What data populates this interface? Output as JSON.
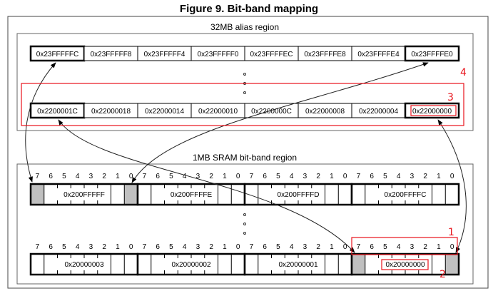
{
  "title": "Figure 9. Bit-band mapping",
  "alias_region": {
    "label": "32MB alias region",
    "top_row": [
      "0x23FFFFFC",
      "0x23FFFFF8",
      "0x23FFFFF4",
      "0x23FFFFF0",
      "0x23FFFFEC",
      "0x23FFFFE8",
      "0x23FFFFE4",
      "0x23FFFFE0"
    ],
    "bottom_row": [
      "0x2200001C",
      "0x22000018",
      "0x22000014",
      "0x22000010",
      "0x2200000C",
      "0x22000008",
      "0x22000004",
      "0x22000000"
    ]
  },
  "sram_region": {
    "label": "1MB SRAM bit-band region",
    "bit_labels": [
      "7",
      "6",
      "5",
      "4",
      "3",
      "2",
      "1",
      "0"
    ],
    "top_row": [
      "0x200FFFFF",
      "0x200FFFFE",
      "0x200FFFFD",
      "0x200FFFFC"
    ],
    "bottom_row": [
      "0x20000003",
      "0x20000002",
      "0x20000001",
      "0x20000000"
    ]
  },
  "annotations": {
    "a1": "1",
    "a2": "2",
    "a3": "3",
    "a4": "4"
  },
  "colors": {
    "highlight": "#e8131b",
    "bit_fill": "#c0c0c0"
  }
}
